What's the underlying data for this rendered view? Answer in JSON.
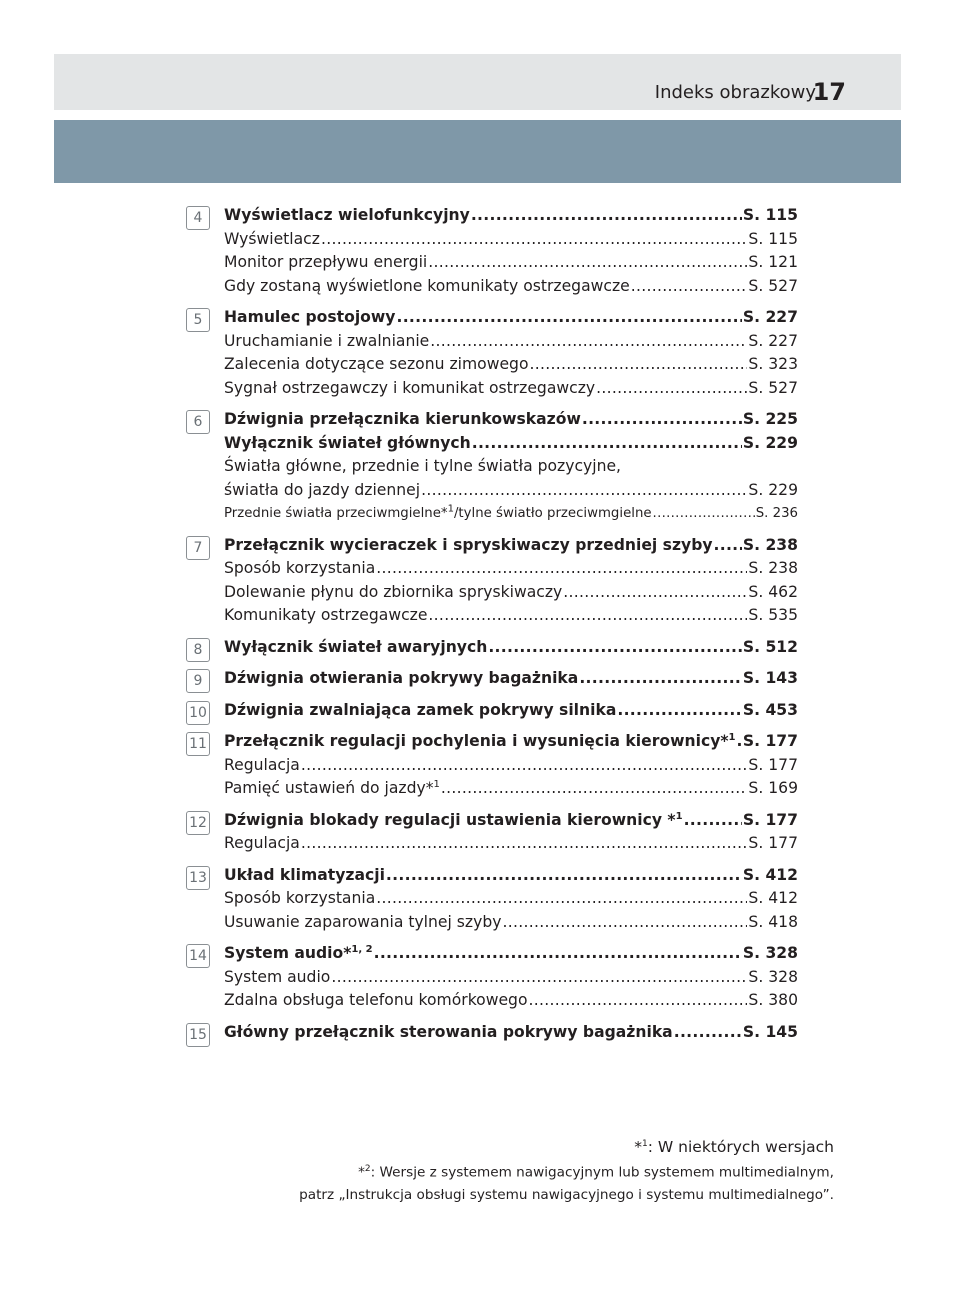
{
  "header": {
    "title": "Indeks obrazkowy",
    "page_number": "17"
  },
  "entries": [
    {
      "num": "4",
      "lines": [
        {
          "type": "main",
          "text": "Wyświetlacz wielofunkcyjny",
          "page": "S. 115"
        },
        {
          "type": "sub",
          "text": "Wyświetlacz",
          "page": "S. 115"
        },
        {
          "type": "sub",
          "text": "Monitor przepływu energii",
          "page": "S. 121"
        },
        {
          "type": "sub",
          "text": "Gdy zostaną wyświetlone komunikaty ostrzegawcze",
          "page": "S. 527"
        }
      ]
    },
    {
      "num": "5",
      "lines": [
        {
          "type": "main",
          "text": "Hamulec postojowy",
          "page": "S. 227"
        },
        {
          "type": "sub",
          "text": "Uruchamianie i zwalnianie",
          "page": "S. 227"
        },
        {
          "type": "sub",
          "text": "Zalecenia dotyczące sezonu zimowego",
          "page": "S. 323"
        },
        {
          "type": "sub",
          "text": "Sygnał ostrzegawczy i komunikat ostrzegawczy",
          "page": "S. 527"
        }
      ]
    },
    {
      "num": "6",
      "lines": [
        {
          "type": "main",
          "text": "Dźwignia przełącznika kierunkowskazów",
          "page": "S. 225"
        },
        {
          "type": "main",
          "text": "Wyłącznik świateł głównych",
          "page": "S. 229"
        },
        {
          "type": "plain",
          "text": "Światła główne, przednie i tylne światła pozycyjne,"
        },
        {
          "type": "sub",
          "text": "światła do jazdy dziennej",
          "page": "S. 229"
        },
        {
          "type": "small",
          "text": "Przednie światła przeciwmgielne*",
          "sup": "1",
          "text_after": "/tylne światło przeciwmgielne",
          "page": "S. 236"
        }
      ]
    },
    {
      "num": "7",
      "lines": [
        {
          "type": "main",
          "text": "Przełącznik wycieraczek i spryskiwaczy przedniej szyby",
          "page": "S. 238"
        },
        {
          "type": "sub",
          "text": "Sposób korzystania",
          "page": "S. 238"
        },
        {
          "type": "sub",
          "text": "Dolewanie płynu do zbiornika spryskiwaczy",
          "page": "S. 462"
        },
        {
          "type": "sub",
          "text": "Komunikaty ostrzegawcze",
          "page": "S. 535"
        }
      ]
    },
    {
      "num": "8",
      "lines": [
        {
          "type": "main",
          "text": "Wyłącznik świateł awaryjnych",
          "page": "S. 512"
        }
      ]
    },
    {
      "num": "9",
      "lines": [
        {
          "type": "main",
          "text": "Dźwignia otwierania pokrywy bagażnika",
          "page": "S. 143"
        }
      ]
    },
    {
      "num": "10",
      "lines": [
        {
          "type": "main",
          "text": "Dźwignia zwalniająca zamek pokrywy silnika",
          "page": "S. 453"
        }
      ]
    },
    {
      "num": "11",
      "lines": [
        {
          "type": "main",
          "text": "Przełącznik regulacji pochylenia i wysunięcia kierownicy*",
          "sup": "1",
          "page": "S. 177"
        },
        {
          "type": "sub",
          "text": "Regulacja",
          "page": "S. 177"
        },
        {
          "type": "sub",
          "text": "Pamięć ustawień do jazdy*",
          "sup": "1",
          "page": "S. 169"
        }
      ]
    },
    {
      "num": "12",
      "lines": [
        {
          "type": "main",
          "text": "Dźwignia blokady regulacji ustawienia kierownicy *",
          "sup": "1",
          "page": "S. 177"
        },
        {
          "type": "sub",
          "text": "Regulacja",
          "page": "S. 177"
        }
      ]
    },
    {
      "num": "13",
      "lines": [
        {
          "type": "main",
          "text": "Układ klimatyzacji",
          "page": "S. 412"
        },
        {
          "type": "sub",
          "text": "Sposób korzystania",
          "page": "S. 412"
        },
        {
          "type": "sub",
          "text": "Usuwanie zaparowania tylnej szyby",
          "page": "S. 418"
        }
      ]
    },
    {
      "num": "14",
      "lines": [
        {
          "type": "main",
          "text": "System audio*",
          "sup": "1, 2",
          "page": "S. 328"
        },
        {
          "type": "sub",
          "text": "System audio",
          "page": "S. 328"
        },
        {
          "type": "sub",
          "text": "Zdalna obsługa telefonu komórkowego",
          "page": "S. 380"
        }
      ]
    },
    {
      "num": "15",
      "lines": [
        {
          "type": "main",
          "text": "Główny przełącznik sterowania pokrywy bagażnika",
          "page": "S. 145"
        }
      ]
    }
  ],
  "footnotes": {
    "fn1_mark": "*",
    "fn1_sup": "1",
    "fn1_text": ": W niektórych wersjach",
    "fn2_mark": "*",
    "fn2_sup": "2",
    "fn2_text": ": Wersje z systemem nawigacyjnym lub systemem multimedialnym,",
    "fn2_line2": "patrz „Instrukcja obsługi systemu nawigacyjnego i systemu multimedialnego”."
  }
}
